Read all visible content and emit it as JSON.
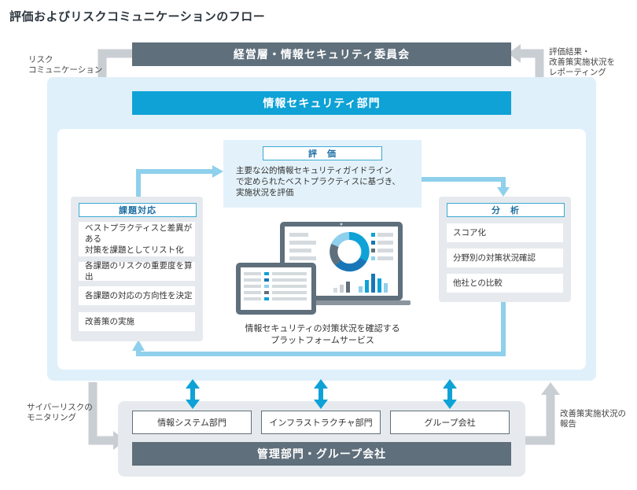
{
  "title": "評価およびリスクコミュニケーションのフロー",
  "top_bar": "経営層・情報セキュリティ委員会",
  "blue_bar": "情報セキュリティ部門",
  "left_top_label": [
    "リスク",
    "コミュニケーション"
  ],
  "right_top_label": [
    "評価結果・",
    "改善策実施状況を",
    "レポーティング"
  ],
  "left_bottom_label": [
    "サイバーリスクの",
    "モニタリング"
  ],
  "right_bottom_label": [
    "改善策実施状況の",
    "報告"
  ],
  "evaluation": {
    "tag": "評　価",
    "lines": [
      "主要な公的情報セキュリティガイドライン",
      "で定められたベストプラクティスに基づき、",
      "実施状況を評価"
    ]
  },
  "issues": {
    "tag": "課題対応",
    "items": [
      [
        "ベストプラクティスと差異がある",
        "対策を課題としてリスト化"
      ],
      [
        "各課題のリスクの重要度を算出"
      ],
      [
        "各課題の対応の方向性を決定"
      ],
      [
        "改善策の実施"
      ]
    ]
  },
  "analysis": {
    "tag": "分　析",
    "items": [
      "スコア化",
      "分野別の対策状況確認",
      "他社との比較"
    ]
  },
  "platform": [
    "情報セキュリティの対策状況を確認する",
    "プラットフォームサービス"
  ],
  "departments": [
    "情報システム部門",
    "インフラストラクチャ部門",
    "グループ会社"
  ],
  "bottom_bar": "管理部門・グループ会社",
  "colors": {
    "gray_bar": "#5f6f7b",
    "blue_bar": "#0ea2d6",
    "panel_blue": "#dff0fa",
    "arrow_blue": "#8fd0ec",
    "arrow_gray": "#c9ced3",
    "accent_dark_blue": "#1876b7"
  }
}
